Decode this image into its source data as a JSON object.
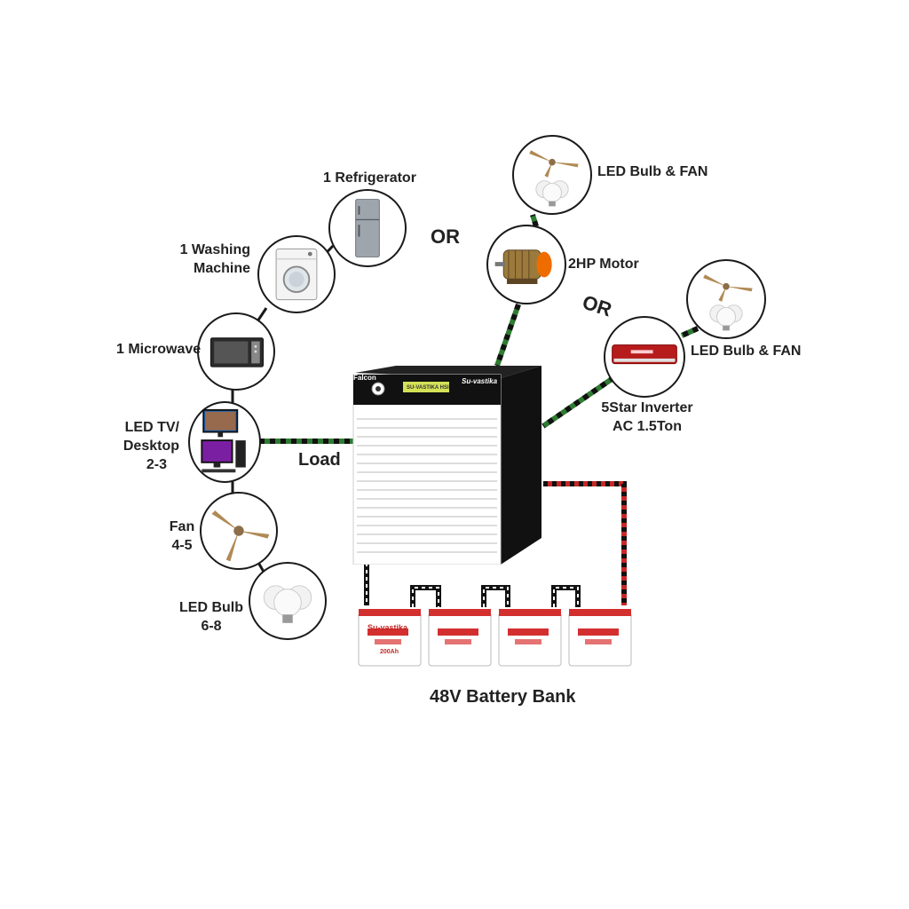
{
  "title": "",
  "labels": {
    "refrigerator": "1 Refrigerator",
    "washing_line1": "1 Washing",
    "washing_line2": "Machine",
    "microwave": "1 Microwave",
    "tv_line1": "LED TV/",
    "tv_line2": "Desktop",
    "tv_line3": "2-3",
    "fan_line1": "Fan",
    "fan_line2": "4-5",
    "bulb_line1": "LED Bulb",
    "bulb_line2": "6-8",
    "load": "Load",
    "or_left": "OR",
    "or_right": "OR",
    "led_fan_top": "LED Bulb & FAN",
    "motor": "2HP Motor",
    "led_fan_right": "LED Bulb & FAN",
    "ac_line1": "5Star Inverter",
    "ac_line2": "AC 1.5Ton",
    "battery_bank": "48V Battery Bank"
  },
  "inverter": {
    "brand": "Su-vastika",
    "model": "Falcon",
    "display_text": "SU-VASTIKA  HSI",
    "icon": "inverter-unit-icon"
  },
  "battery": {
    "brand": "Su-vastika",
    "rating": "200Ah",
    "count": 4
  },
  "icons": [
    "refrigerator-icon",
    "washing-machine-icon",
    "microwave-icon",
    "tv-desktop-icon",
    "ceiling-fan-icon",
    "led-bulb-icon",
    "motor-icon",
    "air-conditioner-icon"
  ],
  "colors": {
    "load_wire": "#2e7d32",
    "load_dash": "#111111",
    "positive_wire": "#c62828",
    "negative_wire": "#111111",
    "inverter_body": "#111111",
    "inverter_front": "#ffffff",
    "display": "#d4e157"
  }
}
